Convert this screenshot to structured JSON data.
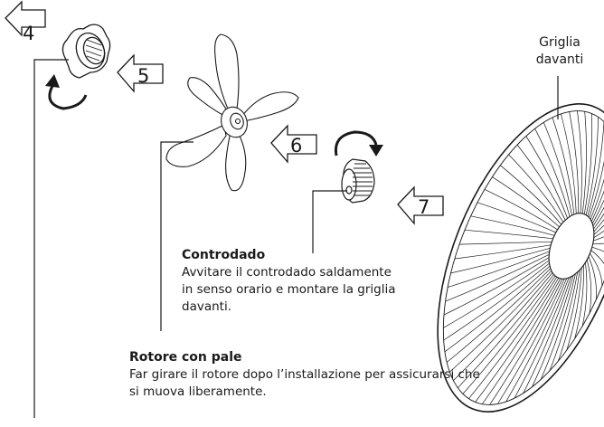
{
  "steps": [
    "4",
    "5",
    "6",
    "7"
  ],
  "labels": {
    "front_grille": [
      "Griglia",
      "davanti"
    ],
    "locknut": {
      "title": "Controdado",
      "lines": [
        "Avvitare il controdado saldamente",
        "in senso orario e montare la griglia",
        "davanti."
      ]
    },
    "rotor": {
      "title": "Rotore con pale",
      "lines": [
        "Far girare il rotore dopo l’installazione per assicurarsi che",
        "si muova liberamente."
      ]
    }
  },
  "colors": {
    "line": "#1a1a1a",
    "fill": "#ffffff"
  }
}
